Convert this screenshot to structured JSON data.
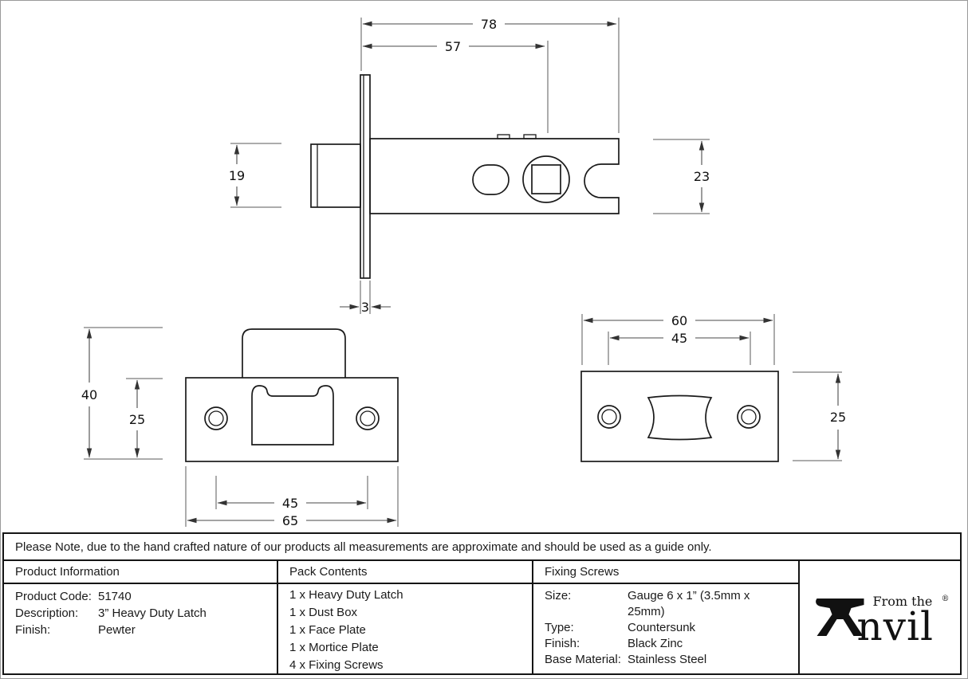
{
  "note": "Please Note, due to the hand crafted nature of our products all measurements are approximate and should be used as a guide only.",
  "drawings": {
    "latch_side": {
      "dims": {
        "case_length": "78",
        "backset": "57",
        "bolt_height": "19",
        "case_height": "23",
        "faceplate_thickness": "3"
      }
    },
    "keep_plate": {
      "dims": {
        "total_height": "40",
        "plate_height": "25",
        "hole_spacing": "45",
        "plate_width": "65"
      }
    },
    "face_plate": {
      "dims": {
        "plate_width": "60",
        "hole_spacing": "45",
        "plate_height": "25"
      }
    }
  },
  "table": {
    "product_information": {
      "header": "Product Information",
      "rows": [
        {
          "label": "Product Code:",
          "value": "51740"
        },
        {
          "label": "Description:",
          "value": "3” Heavy Duty Latch"
        },
        {
          "label": "Finish:",
          "value": "Pewter"
        }
      ]
    },
    "pack_contents": {
      "header": "Pack Contents",
      "items": [
        "1 x Heavy Duty Latch",
        "1 x Dust Box",
        "1 x Face Plate",
        "1 x Mortice Plate",
        "4 x Fixing Screws"
      ]
    },
    "fixing_screws": {
      "header": "Fixing Screws",
      "rows": [
        {
          "label": "Size:",
          "value": "Gauge 6 x 1” (3.5mm x 25mm)"
        },
        {
          "label": "Type:",
          "value": "Countersunk"
        },
        {
          "label": "Finish:",
          "value": "Black Zinc"
        },
        {
          "label": "Base Material:",
          "value": "Stainless Steel"
        }
      ]
    }
  },
  "logo": {
    "brand_top": "From the",
    "brand_main_rest": "nvil",
    "registered": "®"
  }
}
